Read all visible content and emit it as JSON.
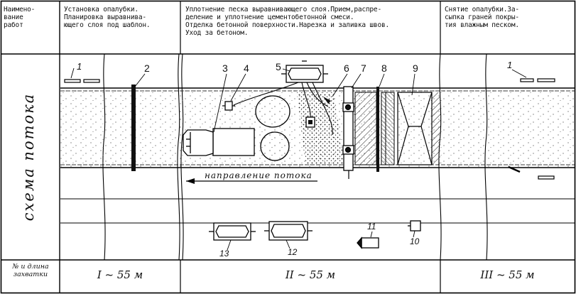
{
  "header": {
    "col_label": "Наимено-\nвание\nработ",
    "stage1": "Установка опалубки.\nПланировка выравнива-\nющего слоя под шаблон.",
    "stage2": "Уплотнение песка выравнивающего слоя.Прием,распре-\nделение и уплотнение цементобетонной смеси.\nОтделка бетонной поверхности.Нарезка и заливка швов.\nУход за бетоном.",
    "stage3": "Снятие опалубки.За-\nсыпка граней покры-\nтия влажным песком."
  },
  "side_label": "схема потока",
  "direction_label": "направление потока",
  "bottom_row_label": "№ и длина\nзахватки",
  "lengths": [
    "I ~ 55 м",
    "II ~ 55 м",
    "III ~ 55 м"
  ],
  "markers": [
    "1",
    "2",
    "3",
    "4",
    "5",
    "6",
    "7",
    "8",
    "9",
    "1",
    "11",
    "10",
    "13",
    "12"
  ]
}
